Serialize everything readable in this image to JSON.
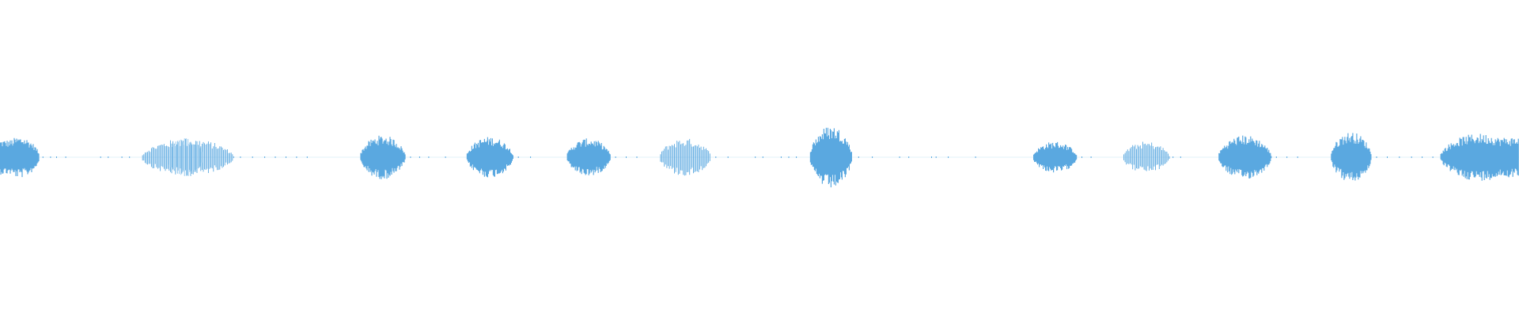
{
  "colors": {
    "background": "#ffffff",
    "waveform": "#5aa8e0",
    "waveform_light": "#8cc4ec"
  },
  "waveform": {
    "channel": "mono",
    "segments": [
      {
        "kind": "burst",
        "start": 0.0,
        "end": 0.026,
        "peak": 0.13,
        "density": "solid"
      },
      {
        "kind": "burst",
        "start": 0.093,
        "end": 0.154,
        "peak": 0.12,
        "density": "sparse",
        "highlight_start": 0.11,
        "highlight_end": 0.134
      },
      {
        "kind": "burst",
        "start": 0.237,
        "end": 0.267,
        "peak": 0.14,
        "density": "solid"
      },
      {
        "kind": "burst",
        "start": 0.307,
        "end": 0.338,
        "peak": 0.13,
        "density": "solid"
      },
      {
        "kind": "burst",
        "start": 0.373,
        "end": 0.402,
        "peak": 0.12,
        "density": "solid"
      },
      {
        "kind": "burst",
        "start": 0.434,
        "end": 0.468,
        "peak": 0.12,
        "density": "sparse"
      },
      {
        "kind": "burst",
        "start": 0.533,
        "end": 0.561,
        "peak": 0.2,
        "density": "solid"
      },
      {
        "kind": "burst",
        "start": 0.68,
        "end": 0.709,
        "peak": 0.1,
        "density": "solid"
      },
      {
        "kind": "burst",
        "start": 0.739,
        "end": 0.77,
        "peak": 0.1,
        "density": "sparse"
      },
      {
        "kind": "burst",
        "start": 0.802,
        "end": 0.837,
        "peak": 0.14,
        "density": "solid"
      },
      {
        "kind": "burst",
        "start": 0.876,
        "end": 0.903,
        "peak": 0.16,
        "density": "solid"
      },
      {
        "kind": "burst",
        "start": 0.948,
        "end": 1.0,
        "peak": 0.15,
        "density": "solid"
      }
    ],
    "noise_dots": [
      0.028,
      0.033,
      0.037,
      0.043,
      0.066,
      0.071,
      0.08,
      0.085,
      0.158,
      0.166,
      0.174,
      0.181,
      0.188,
      0.195,
      0.202,
      0.27,
      0.276,
      0.282,
      0.293,
      0.341,
      0.349,
      0.405,
      0.412,
      0.419,
      0.471,
      0.479,
      0.497,
      0.502,
      0.514,
      0.519,
      0.524,
      0.565,
      0.574,
      0.592,
      0.598,
      0.613,
      0.616,
      0.624,
      0.642,
      0.712,
      0.718,
      0.772,
      0.777,
      0.84,
      0.847,
      0.854,
      0.906,
      0.913,
      0.921,
      0.929,
      0.936,
      0.943
    ]
  }
}
